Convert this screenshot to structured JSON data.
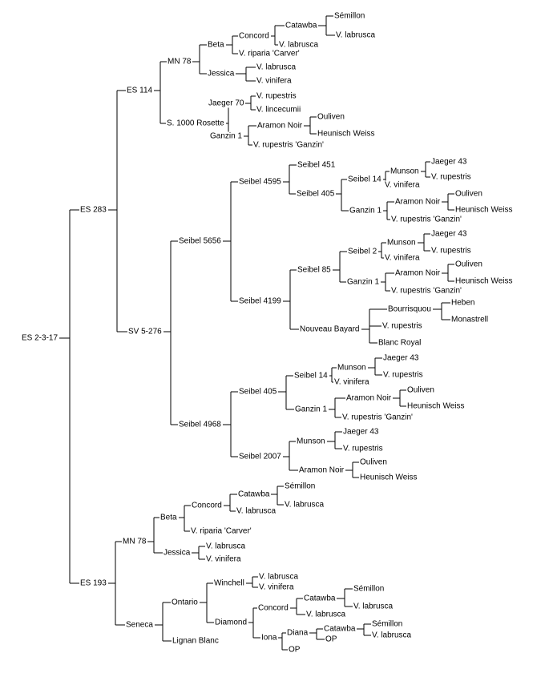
{
  "nodes": [
    {
      "id": "n0",
      "label": "ES 2-3-17",
      "parent": null
    },
    {
      "id": "n1",
      "label": "ES 283",
      "parent": "n0"
    },
    {
      "id": "n2",
      "label": "ES 114",
      "parent": "n1"
    },
    {
      "id": "n3",
      "label": "MN 78",
      "parent": "n2"
    },
    {
      "id": "n4",
      "label": "Beta",
      "parent": "n3"
    },
    {
      "id": "n5",
      "label": "Concord",
      "parent": "n4"
    },
    {
      "id": "n6",
      "label": "Catawba",
      "parent": "n5"
    },
    {
      "id": "n7",
      "label": "Sémillon",
      "parent": "n6"
    },
    {
      "id": "n8",
      "label": "V. labrusca",
      "parent": "n6"
    },
    {
      "id": "n9",
      "label": "V. labrusca",
      "parent": "n5"
    },
    {
      "id": "n10",
      "label": "V. riparia 'Carver'",
      "parent": "n4"
    },
    {
      "id": "n11",
      "label": "Jessica",
      "parent": "n3"
    },
    {
      "id": "n12",
      "label": "V. labrusca",
      "parent": "n11"
    },
    {
      "id": "n13",
      "label": "V. vinifera",
      "parent": "n11"
    },
    {
      "id": "n14",
      "label": "S. 1000 Rosette",
      "parent": "n2"
    },
    {
      "id": "n15",
      "label": "Jaeger 70",
      "parent": "n14"
    },
    {
      "id": "n16",
      "label": "V. rupestris",
      "parent": "n15"
    },
    {
      "id": "n17",
      "label": "V. lincecumii",
      "parent": "n15"
    },
    {
      "id": "n18",
      "label": "Ganzin 1",
      "parent": "n14"
    },
    {
      "id": "n19",
      "label": "Aramon Noir",
      "parent": "n18"
    },
    {
      "id": "n20",
      "label": "Ouliven",
      "parent": "n19"
    },
    {
      "id": "n21",
      "label": "Heunisch Weiss",
      "parent": "n19"
    },
    {
      "id": "n22",
      "label": "V. rupestris 'Ganzin'",
      "parent": "n18"
    },
    {
      "id": "n23",
      "label": "SV 5-276",
      "parent": "n1"
    },
    {
      "id": "n24",
      "label": "Seibel 5656",
      "parent": "n23"
    },
    {
      "id": "n25",
      "label": "Seibel 4595",
      "parent": "n24"
    },
    {
      "id": "n26",
      "label": "Seibel 451",
      "parent": "n25"
    },
    {
      "id": "n27",
      "label": "Seibel 405",
      "parent": "n25"
    },
    {
      "id": "n28",
      "label": "Seibel 14",
      "parent": "n27"
    },
    {
      "id": "n29",
      "label": "Munson",
      "parent": "n28"
    },
    {
      "id": "n30",
      "label": "Jaeger 43",
      "parent": "n29"
    },
    {
      "id": "n31",
      "label": "V. rupestris",
      "parent": "n29"
    },
    {
      "id": "n32",
      "label": "V. vinifera",
      "parent": "n28"
    },
    {
      "id": "n33",
      "label": "Ganzin 1",
      "parent": "n27"
    },
    {
      "id": "n34",
      "label": "Aramon Noir",
      "parent": "n33"
    },
    {
      "id": "n35",
      "label": "Ouliven",
      "parent": "n34"
    },
    {
      "id": "n36",
      "label": "Heunisch Weiss",
      "parent": "n34"
    },
    {
      "id": "n37",
      "label": "V. rupestris 'Ganzin'",
      "parent": "n33"
    },
    {
      "id": "n38",
      "label": "Seibel 4199",
      "parent": "n24"
    },
    {
      "id": "n39",
      "label": "Seibel 85",
      "parent": "n38"
    },
    {
      "id": "n40",
      "label": "Seibel 2",
      "parent": "n39"
    },
    {
      "id": "n41",
      "label": "Munson",
      "parent": "n40"
    },
    {
      "id": "n42",
      "label": "Jaeger 43",
      "parent": "n41"
    },
    {
      "id": "n43",
      "label": "V. rupestris",
      "parent": "n41"
    },
    {
      "id": "n44",
      "label": "V. vinifera",
      "parent": "n40"
    },
    {
      "id": "n45",
      "label": "Ganzin 1",
      "parent": "n39"
    },
    {
      "id": "n46",
      "label": "Aramon Noir",
      "parent": "n45"
    },
    {
      "id": "n47",
      "label": "Ouliven",
      "parent": "n46"
    },
    {
      "id": "n48",
      "label": "Heunisch Weiss",
      "parent": "n46"
    },
    {
      "id": "n49",
      "label": "V. rupestris 'Ganzin'",
      "parent": "n45"
    },
    {
      "id": "n50",
      "label": "Nouveau Bayard",
      "parent": "n38"
    },
    {
      "id": "n51",
      "label": "Bourrisquou",
      "parent": "n50"
    },
    {
      "id": "n52",
      "label": "Heben",
      "parent": "n51"
    },
    {
      "id": "n53",
      "label": "Monastrell",
      "parent": "n51"
    },
    {
      "id": "n54",
      "label": "V. rupestris",
      "parent": "n50"
    },
    {
      "id": "n55",
      "label": "Blanc Royal",
      "parent": "n50"
    },
    {
      "id": "n56",
      "label": "Seibel 4968",
      "parent": "n23"
    },
    {
      "id": "n57",
      "label": "Seibel 405",
      "parent": "n56"
    },
    {
      "id": "n58",
      "label": "Seibel 14",
      "parent": "n57"
    },
    {
      "id": "n59",
      "label": "Munson",
      "parent": "n58"
    },
    {
      "id": "n60",
      "label": "Jaeger 43",
      "parent": "n59"
    },
    {
      "id": "n61",
      "label": "V. rupestris",
      "parent": "n59"
    },
    {
      "id": "n62",
      "label": "V. vinifera",
      "parent": "n58"
    },
    {
      "id": "n63",
      "label": "Ganzin 1",
      "parent": "n57"
    },
    {
      "id": "n64",
      "label": "Aramon Noir",
      "parent": "n63"
    },
    {
      "id": "n65",
      "label": "Ouliven",
      "parent": "n64"
    },
    {
      "id": "n66",
      "label": "Heunisch Weiss",
      "parent": "n64"
    },
    {
      "id": "n67",
      "label": "V. rupestris 'Ganzin'",
      "parent": "n63"
    },
    {
      "id": "n68",
      "label": "Seibel 2007",
      "parent": "n56"
    },
    {
      "id": "n69",
      "label": "Munson",
      "parent": "n68"
    },
    {
      "id": "n70",
      "label": "Jaeger 43",
      "parent": "n69"
    },
    {
      "id": "n71",
      "label": "V. rupestris",
      "parent": "n69"
    },
    {
      "id": "n72",
      "label": "Aramon Noir",
      "parent": "n68"
    },
    {
      "id": "n73",
      "label": "Ouliven",
      "parent": "n72"
    },
    {
      "id": "n74",
      "label": "Heunisch Weiss",
      "parent": "n72"
    },
    {
      "id": "n75",
      "label": "ES 193",
      "parent": "n0"
    },
    {
      "id": "n76",
      "label": "MN 78",
      "parent": "n75"
    },
    {
      "id": "n77",
      "label": "Beta",
      "parent": "n76"
    },
    {
      "id": "n78",
      "label": "Concord",
      "parent": "n77"
    },
    {
      "id": "n79",
      "label": "Catawba",
      "parent": "n78"
    },
    {
      "id": "n80",
      "label": "Sémillon",
      "parent": "n79"
    },
    {
      "id": "n81",
      "label": "V. labrusca",
      "parent": "n79"
    },
    {
      "id": "n82",
      "label": "V. labrusca",
      "parent": "n78"
    },
    {
      "id": "n83",
      "label": "V. riparia 'Carver'",
      "parent": "n77"
    },
    {
      "id": "n84",
      "label": "Jessica",
      "parent": "n76"
    },
    {
      "id": "n85",
      "label": "V. labrusca",
      "parent": "n84"
    },
    {
      "id": "n86",
      "label": "V. vinifera",
      "parent": "n84"
    },
    {
      "id": "n87",
      "label": "Seneca",
      "parent": "n75"
    },
    {
      "id": "n88",
      "label": "Ontario",
      "parent": "n87"
    },
    {
      "id": "n89",
      "label": "Winchell",
      "parent": "n88"
    },
    {
      "id": "n90",
      "label": "V. labrusca",
      "parent": "n89"
    },
    {
      "id": "n91",
      "label": "V. vinifera",
      "parent": "n89"
    },
    {
      "id": "n92",
      "label": "Diamond",
      "parent": "n88"
    },
    {
      "id": "n93",
      "label": "Concord",
      "parent": "n92"
    },
    {
      "id": "n94",
      "label": "Catawba",
      "parent": "n93"
    },
    {
      "id": "n95",
      "label": "Sémillon",
      "parent": "n94"
    },
    {
      "id": "n96",
      "label": "V. labrusca",
      "parent": "n94"
    },
    {
      "id": "n97",
      "label": "V. labrusca",
      "parent": "n93"
    },
    {
      "id": "n98",
      "label": "Iona",
      "parent": "n92"
    },
    {
      "id": "n99",
      "label": "Diana",
      "parent": "n98"
    },
    {
      "id": "n100",
      "label": "Catawba",
      "parent": "n99"
    },
    {
      "id": "n101",
      "label": "Sémillon",
      "parent": "n100"
    },
    {
      "id": "n102",
      "label": "V. labrusca",
      "parent": "n100"
    },
    {
      "id": "n103",
      "label": "OP",
      "parent": "n99"
    },
    {
      "id": "n104",
      "label": "OP",
      "parent": "n98"
    },
    {
      "id": "n105",
      "label": "Lignan Blanc",
      "parent": "n87"
    }
  ]
}
